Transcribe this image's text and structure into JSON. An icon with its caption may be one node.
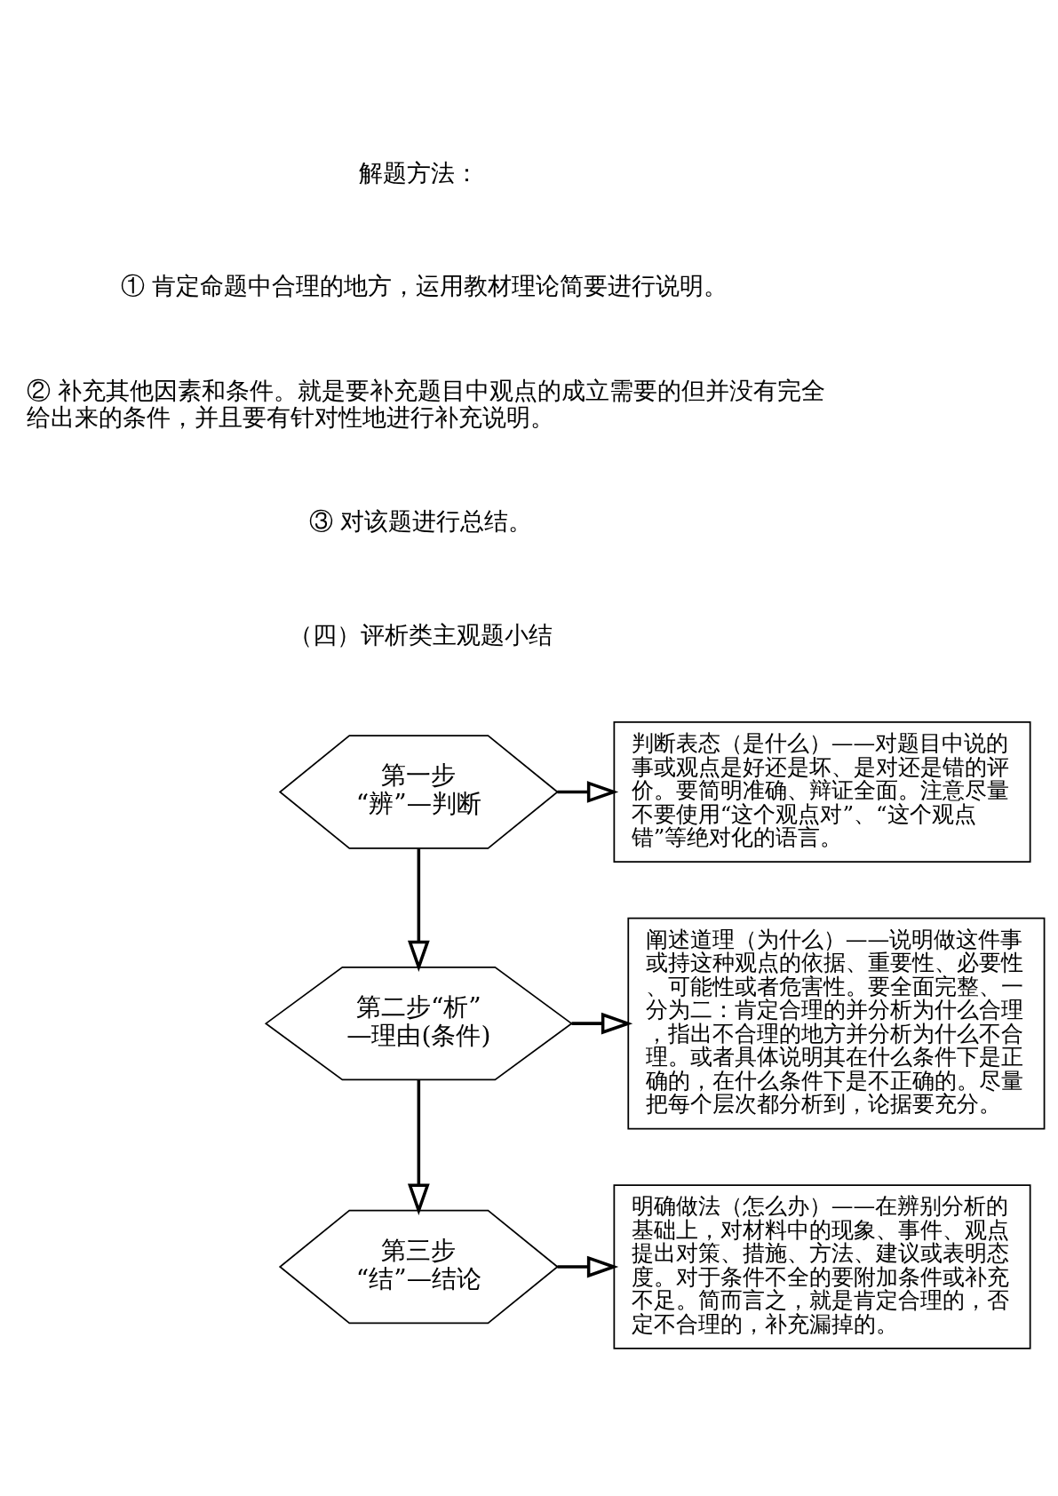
{
  "diagram": {
    "nodes": [
      {
        "text": [
          "第一步",
          "“辨”—判断"
        ]
      },
      {
        "text": [
          "判断表态（是什么）——对题目中说的事或观点是好还是坏、是对还是错的评价。要简明准确、辩证全面。注意尽量不要使用“这个观点对”、“这个观点错”等绝对化的语言。"
        ]
      },
      {
        "text": [
          "第二步“析”",
          "—理由(条件)"
        ]
      },
      {
        "text": [
          "阐述道理（为什么）——说明做这件事或持这种观点的依据、重要性、必要性、可能性或者危害性。要全面完整、一分为二：肯定合理的并分析为什么合理，指出不合理的地方并分析为什么不合理。或者具体说明其在什么条件下是正确的，在什么条件下是不正确的。尽量把每个层次都分析到，论据要充分。"
        ]
      },
      {
        "text": [
          "第三步",
          "“结”—结论"
        ]
      },
      {
        "text": [
          "明确做法（怎么办）——在辨别分析的基础上，对材料中的现象、事件、观点提出对策、措施、方法、建议或表明态度。对于条件不全的要附加条件或补充不足。简而言之，就是肯定合理的，否定不合理的，补充漏掉的。"
        ]
      }
    ],
    "edges": [
      {
        "from": 0,
        "to": 1,
        "arrow": "to"
      },
      {
        "from": 0,
        "to": 2,
        "arrow": "to"
      },
      {
        "from": 2,
        "to": 3,
        "arrow": "to"
      },
      {
        "from": 2,
        "to": 4,
        "arrow": "to"
      },
      {
        "from": 4,
        "to": 5,
        "arrow": "to"
      }
    ],
    "labels": [
      "解题方法：",
      "① 肯定命题中合理的地方，运用教材理论简要进行说明。",
      "② 补充其他因素和条件。就是要补充题目中观点的成立需要的但并没有完全给出来的条件，并且要有针对性地进行补充说明。",
      "③ 对该题进行总结。",
      "（四）评析类主观题小结"
    ]
  }
}
